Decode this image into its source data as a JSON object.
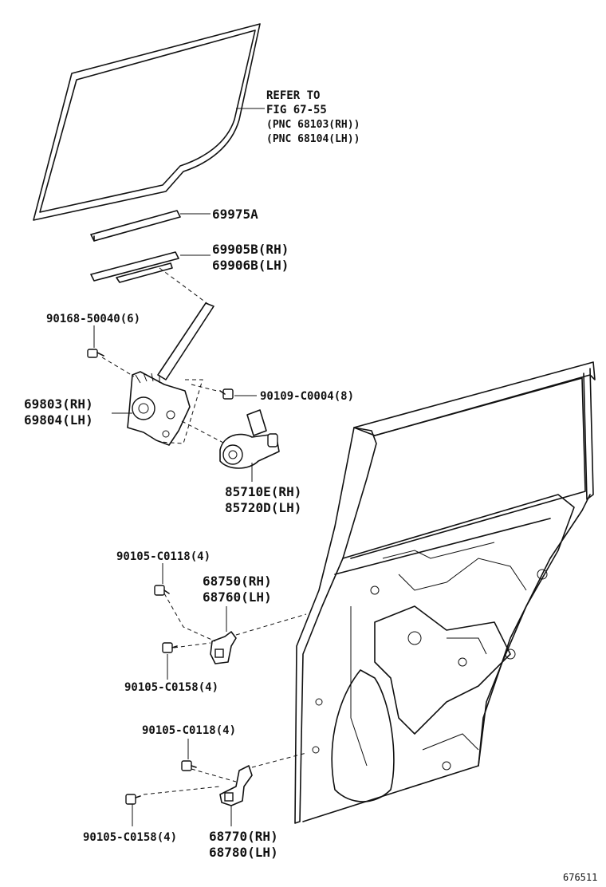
{
  "figure_id": "676511",
  "refer": {
    "line1": "REFER TO",
    "line2": "FIG 67-55",
    "line3": "(PNC 68103(RH))",
    "line4": "(PNC 68104(LH))"
  },
  "parts": {
    "run_channel": "69975A",
    "carrier_rh": "69905B(RH)",
    "carrier_lh": "69906B(LH)",
    "bolt_top": "90168-50040(6)",
    "regulator_rh": "69803(RH)",
    "regulator_lh": "69804(LH)",
    "bolt_regulator": "90109-C0004(8)",
    "motor_rh": "85710E(RH)",
    "motor_lh": "85720D(LH)",
    "upper_hinge_bolt_a": "90105-C0118(4)",
    "upper_hinge_rh": "68750(RH)",
    "upper_hinge_lh": "68760(LH)",
    "upper_hinge_bolt_b": "90105-C0158(4)",
    "lower_hinge_bolt_a": "90105-C0118(4)",
    "lower_hinge_bolt_b": "90105-C0158(4)",
    "lower_hinge_rh": "68770(RH)",
    "lower_hinge_lh": "68780(LH)"
  }
}
